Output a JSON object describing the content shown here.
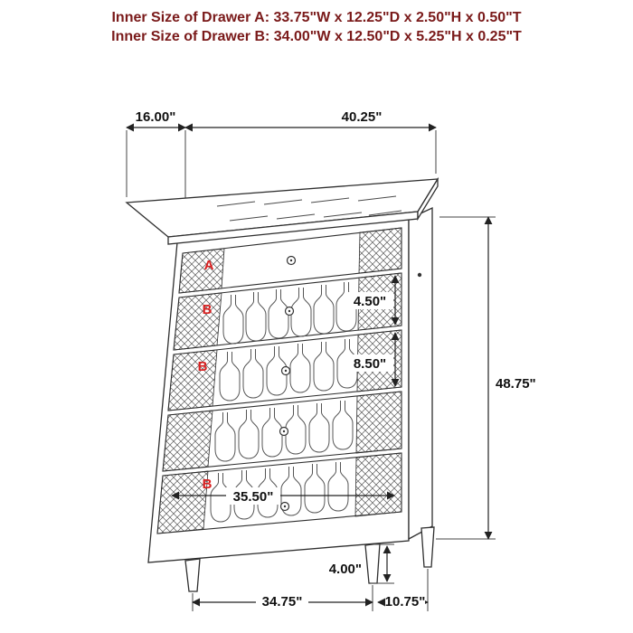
{
  "title": {
    "line1": "Inner Size of Drawer A: 33.75\"W x 12.25\"D x 2.50\"H x 0.50\"T",
    "line2": "Inner Size of Drawer B: 34.00\"W x 12.50\"D x 5.25\"H x 0.25\"T"
  },
  "drawer_labels": {
    "a": "A",
    "b": "B"
  },
  "dimensions": {
    "top_depth": "16.00\"",
    "top_width": "40.25\"",
    "overall_height": "48.75\"",
    "drawer_face_height_upper": "4.50\"",
    "drawer_face_height_lower": "8.50\"",
    "drawer_inner_width": "35.50\"",
    "leg_height": "4.00\"",
    "base_front_width": "34.75\"",
    "base_side_depth": "10.75\""
  },
  "colors": {
    "title_text": "#7a1a1a",
    "line_art": "#2e2e2e",
    "drawer_letter": "#d92121",
    "dimension_text": "#111111"
  }
}
